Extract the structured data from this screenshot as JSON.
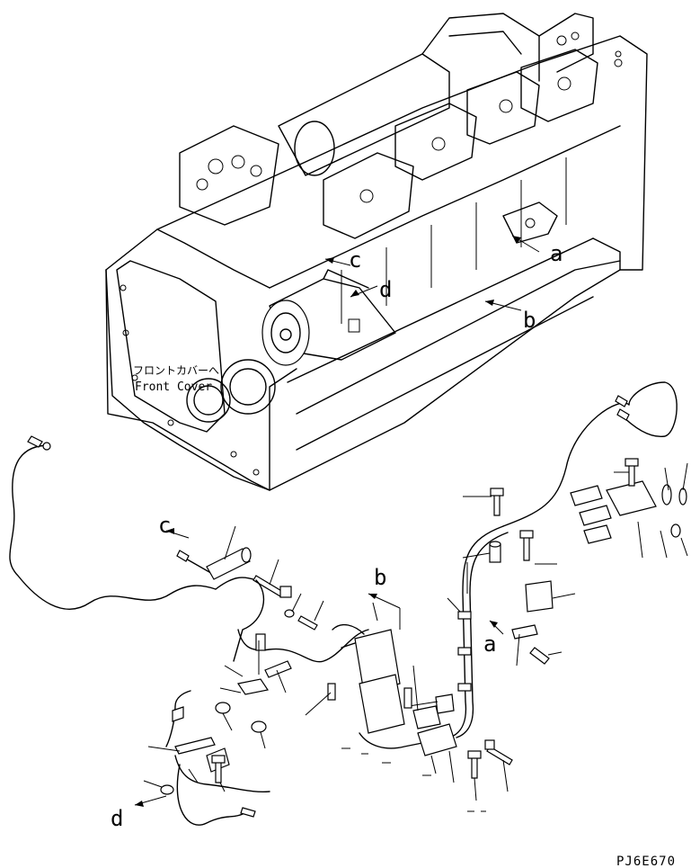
{
  "callouts": {
    "a_engine": "a",
    "b_engine": "b",
    "c_engine": "c",
    "d_engine": "d",
    "a_harness": "a",
    "b_harness": "b",
    "c_harness": "c",
    "d_harness": "d"
  },
  "note": {
    "jp": "フロントカバーへ",
    "en": "Front Cover"
  },
  "drawing_ref": "PJ6E670"
}
